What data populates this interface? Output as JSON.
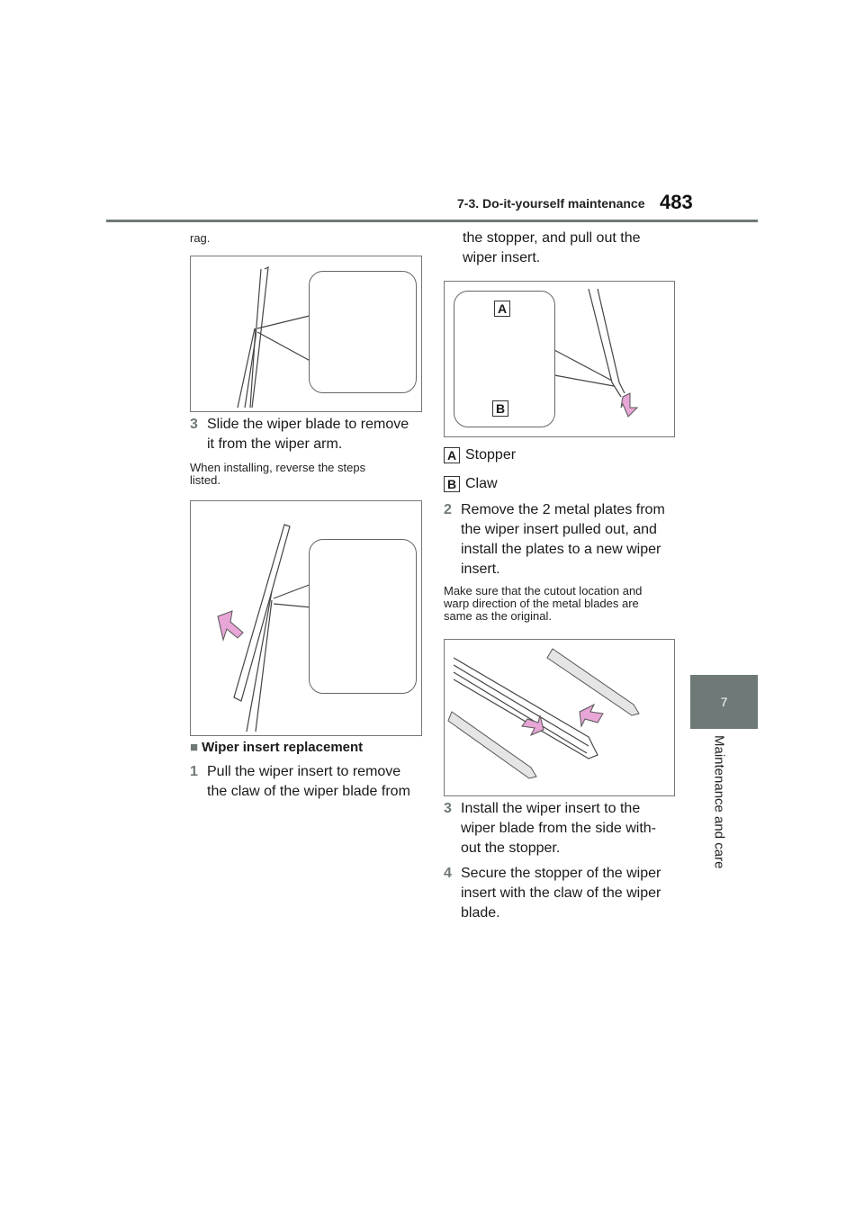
{
  "header": {
    "section": "7-3. Do-it-yourself maintenance",
    "page": "483"
  },
  "chapter": {
    "number": "7",
    "title": "Maintenance and care"
  },
  "left": {
    "cont_text": "rag.",
    "step3": {
      "num": "3",
      "text_line1": "Slide the wiper blade to remove",
      "text_line2": "it from the wiper arm."
    },
    "note": {
      "line1": "When installing, reverse the steps",
      "line2": "listed."
    },
    "heading": "Wiper insert replacement",
    "step1": {
      "num": "1",
      "line1": "Pull the wiper insert to remove",
      "line2": "the claw of the wiper blade from"
    }
  },
  "right": {
    "cont_line1": "the stopper, and pull out the",
    "cont_line2": "wiper insert.",
    "legend": [
      {
        "key": "A",
        "label": "Stopper"
      },
      {
        "key": "B",
        "label": "Claw"
      }
    ],
    "step2": {
      "num": "2",
      "line1": "Remove the 2 metal plates from",
      "line2": "the wiper insert pulled out, and",
      "line3": "install the plates to a new wiper",
      "line4": "insert."
    },
    "note": {
      "line1": "Make sure that the cutout location and",
      "line2": "warp direction of the metal blades are",
      "line3": "same as the original."
    },
    "step3": {
      "num": "3",
      "line1": "Install the wiper insert to the",
      "line2": "wiper blade from the side with-",
      "line3": "out the stopper."
    },
    "step4": {
      "num": "4",
      "line1": "Secure the stopper of the wiper",
      "line2": "insert with the claw of the wiper",
      "line3": "blade."
    }
  },
  "figures": {
    "callout_a": "A",
    "callout_b": "B"
  }
}
